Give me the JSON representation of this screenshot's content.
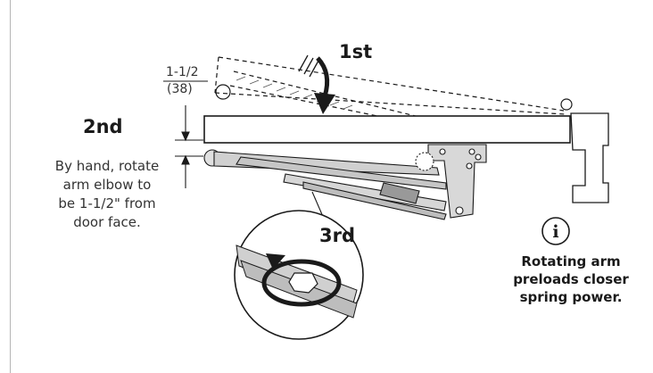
{
  "steps": {
    "first": "1st",
    "second": "2nd",
    "third": "3rd"
  },
  "dimension": {
    "fraction": "1-1/2",
    "metric": "(38)"
  },
  "instruction": "By hand, rotate arm elbow to be 1-1/2\" from door face.",
  "info": {
    "icon": "info-icon",
    "note": "Rotating arm preloads closer spring power."
  },
  "colors": {
    "line": "#1a1a1a",
    "arm_fill": "#d0d0d0",
    "door_fill": "#ffffff",
    "frame": "#b5b5b5"
  }
}
